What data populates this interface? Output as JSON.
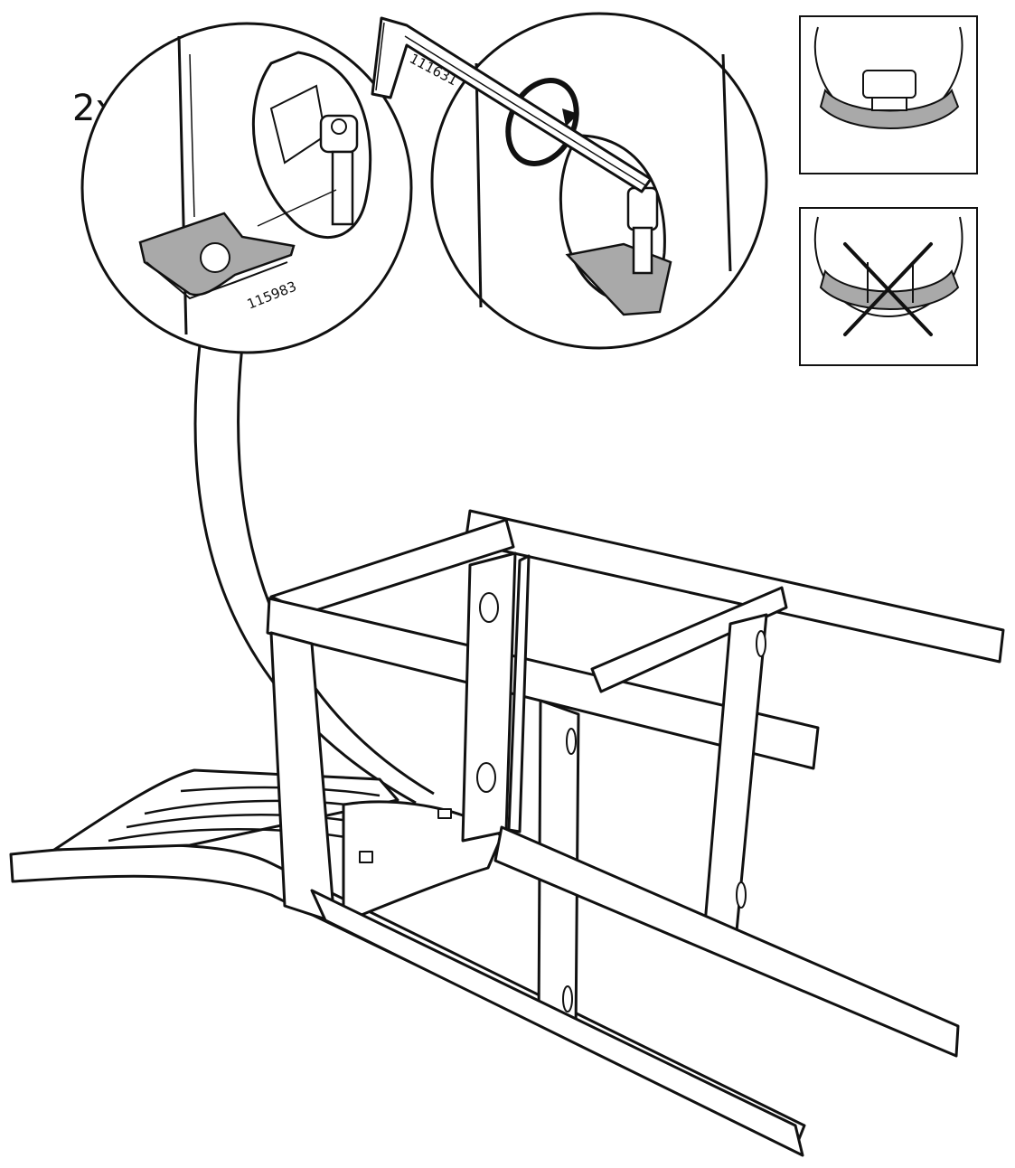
{
  "step": {
    "quantity": "2x"
  },
  "parts": {
    "hex_key_number": "111631",
    "bracket_number": "115983"
  },
  "checks": {
    "correct_icon": "correct-fit-illustration",
    "incorrect_icon": "incorrect-fit-cross-icon"
  },
  "colors": {
    "line": "#111111",
    "part_fill": "#a9a9a9",
    "background": "#ffffff"
  }
}
